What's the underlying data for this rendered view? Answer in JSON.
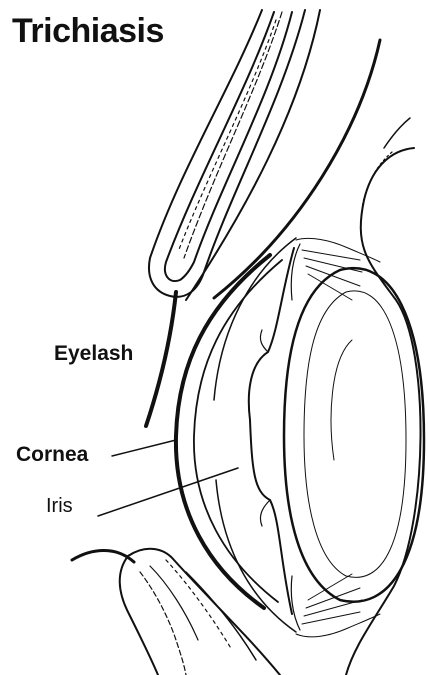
{
  "figure": {
    "title": "Trichiasis",
    "labels": {
      "eyelash": "Eyelash",
      "cornea": "Cornea",
      "iris": "Iris"
    },
    "colors": {
      "line": "#111111",
      "background": "#ffffff"
    }
  }
}
